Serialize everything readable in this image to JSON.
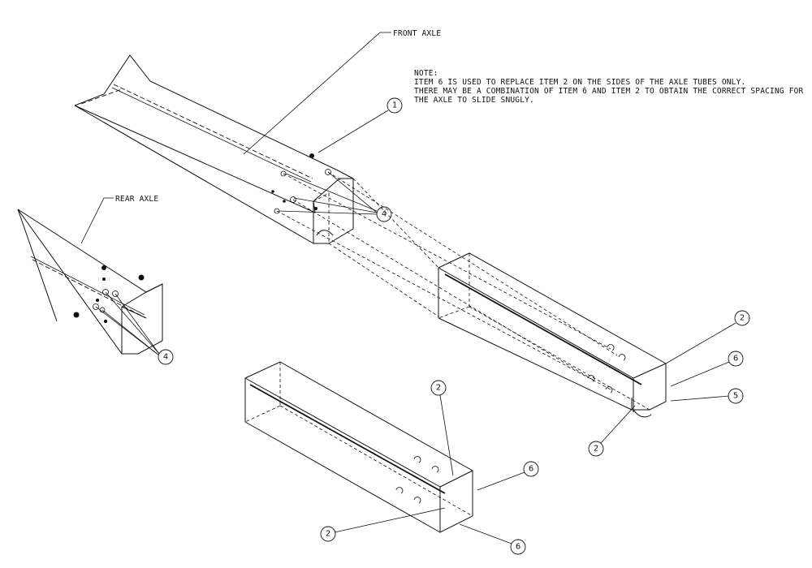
{
  "labels": {
    "front_axle": "FRONT AXLE",
    "rear_axle": "REAR AXLE"
  },
  "note": {
    "heading": "NOTE:",
    "line1": "ITEM 6 IS USED TO REPLACE ITEM 2 ON THE SIDES OF THE AXLE TUBES ONLY.",
    "line2": "THERE MAY BE A COMBINATION OF ITEM 6 AND ITEM 2 TO OBTAIN THE CORRECT SPACING FOR",
    "line3": "THE AXLE TO SLIDE SNUGLY."
  },
  "balloons": {
    "item1": "1",
    "item4_front": "4",
    "item4_rear": "4",
    "item2_right_top": "2",
    "item6_right": "6",
    "item5_right": "5",
    "item2_right_bottom": "2",
    "item2_lower_top": "2",
    "item6_lower_top": "6",
    "item2_lower_bottom": "2",
    "item6_lower_bottom": "6"
  }
}
